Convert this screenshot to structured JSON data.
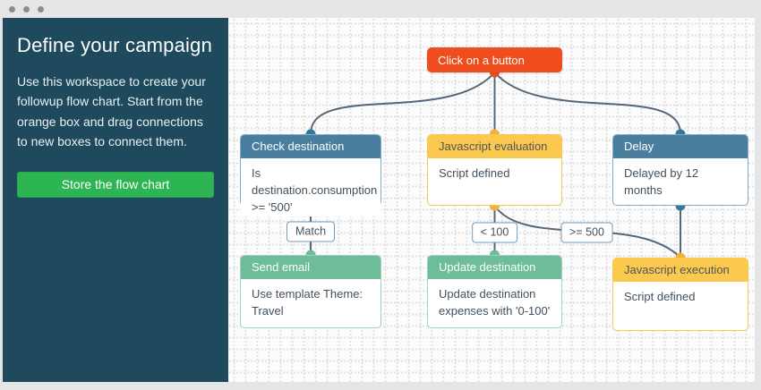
{
  "sidebar": {
    "title": "Define your campaign",
    "description": "Use this workspace to create your followup flow chart. Start from the orange box and drag connections to new boxes to connect them.",
    "store_button_label": "Store the flow chart"
  },
  "canvas": {
    "nodes": [
      {
        "id": "click-on-a-button",
        "title": "Click on a button",
        "body": ""
      },
      {
        "id": "check-destination",
        "title": "Check destination",
        "body": "Is destination.consumption >= '500'"
      },
      {
        "id": "javascript-evaluation",
        "title": "Javascript evaluation",
        "body": "Script defined"
      },
      {
        "id": "delay",
        "title": "Delay",
        "body": "Delayed by 12 months"
      },
      {
        "id": "send-email",
        "title": "Send email",
        "body": "Use template Theme: Travel"
      },
      {
        "id": "update-destination",
        "title": "Update destination",
        "body": "Update destination expenses with '0-100'"
      },
      {
        "id": "javascript-execution",
        "title": "Javascript execution",
        "body": "Script defined"
      }
    ],
    "connection_labels": {
      "match": "Match",
      "lt100": "< 100",
      "gte500": ">= 500"
    }
  },
  "colors": {
    "sidebar_bg": "#1f4a5e",
    "store_button": "#2eb553",
    "trigger_orange": "#ef4d1d",
    "node_blue": "#4a7e9f",
    "node_yellow": "#fac94e",
    "node_green": "#6cbd98",
    "connector_line": "#53677a",
    "dot_blue": "#36759e",
    "dot_yellow": "#f2b03c",
    "canvas_bg": "#fcfcfd"
  }
}
